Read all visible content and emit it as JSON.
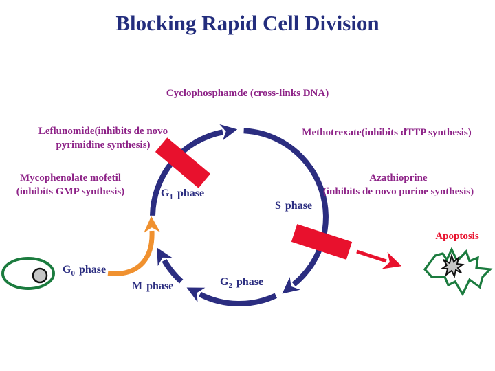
{
  "slide": {
    "title": "Blocking Rapid Cell Division"
  },
  "drugs": {
    "cyclophosphamide": {
      "text": "Cyclophosphamde (cross-links DNA)"
    },
    "leflunomide": {
      "line1": "Leflunomide(inhibits de novo",
      "line2": "pyrimidine synthesis)"
    },
    "methotrexate": {
      "text": "Methotrexate(inhibits dTTP synthesis)"
    },
    "mycophenolate": {
      "line1": "Mycophenolate mofetil",
      "line2": "(inhibits GMP synthesis)"
    },
    "azathioprine": {
      "line1": "Azathioprine",
      "line2": "(inhibits de novo purine synthesis)"
    }
  },
  "phases": {
    "g1": {
      "letter": "G",
      "sub": "1",
      "word": "phase"
    },
    "s": {
      "letter": "S",
      "sub": "",
      "word": "phase"
    },
    "g2": {
      "letter": "G",
      "sub": "2",
      "word": "phase"
    },
    "m": {
      "letter": "M",
      "sub": "",
      "word": "phase"
    },
    "g0": {
      "letter": "G",
      "sub": "0",
      "word": "phase"
    }
  },
  "apoptosis": {
    "label": "Apoptosis"
  },
  "colors": {
    "title_navy": "#232d7d",
    "cycle_navy": "#2b2d80",
    "drug_purple": "#8d2287",
    "block_red": "#e8112d",
    "entry_orange": "#f0912f",
    "cell_green": "#1b7b3e",
    "nucleus_gray": "#c6c6c6"
  }
}
